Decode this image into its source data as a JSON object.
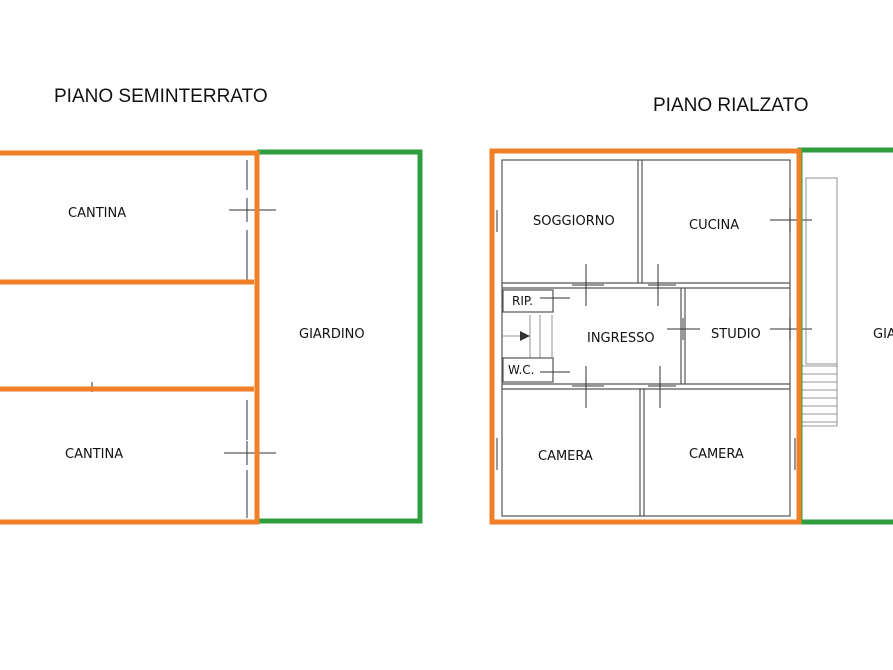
{
  "titles": {
    "basement": "PIANO SEMINTERRATO",
    "ground": "PIANO RIALZATO"
  },
  "basement_rooms": {
    "cantina_top": "CANTINA",
    "giardino": "GIARDINO",
    "cantina_bottom": "CANTINA"
  },
  "ground_rooms": {
    "soggiorno": "SOGGIORNO",
    "cucina": "CUCINA",
    "ripostiglio": "RIP.",
    "ingresso": "INGRESSO",
    "studio": "STUDIO",
    "wc": "W.C.",
    "camera_left": "CAMERA",
    "camera_right": "CAMERA",
    "giardino_cut": "GIA"
  },
  "colors": {
    "property_outline": "#f07f28",
    "garden_outline": "#2e9e3e"
  }
}
